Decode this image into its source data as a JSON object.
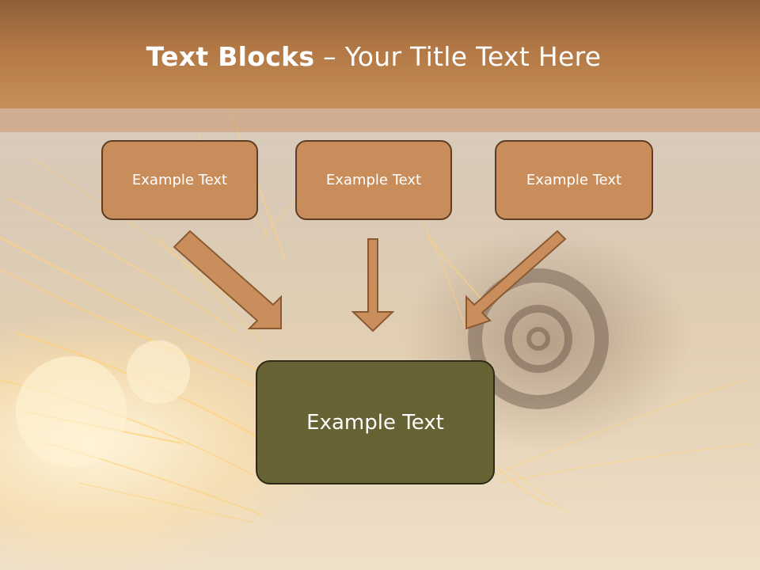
{
  "slide": {
    "title_bold": "Text Blocks",
    "title_dash": " – ",
    "title_rest": "Your Title Text Here"
  },
  "boxes": {
    "left": "Example Text",
    "center": "Example Text",
    "right": "Example Text",
    "main": "Example Text"
  },
  "colors": {
    "header": "#b27845",
    "top_box_fill": "#c88d5b",
    "top_box_border": "#5e3d24",
    "main_box_fill": "#666233",
    "arrow_fill": "#c98e5c"
  }
}
